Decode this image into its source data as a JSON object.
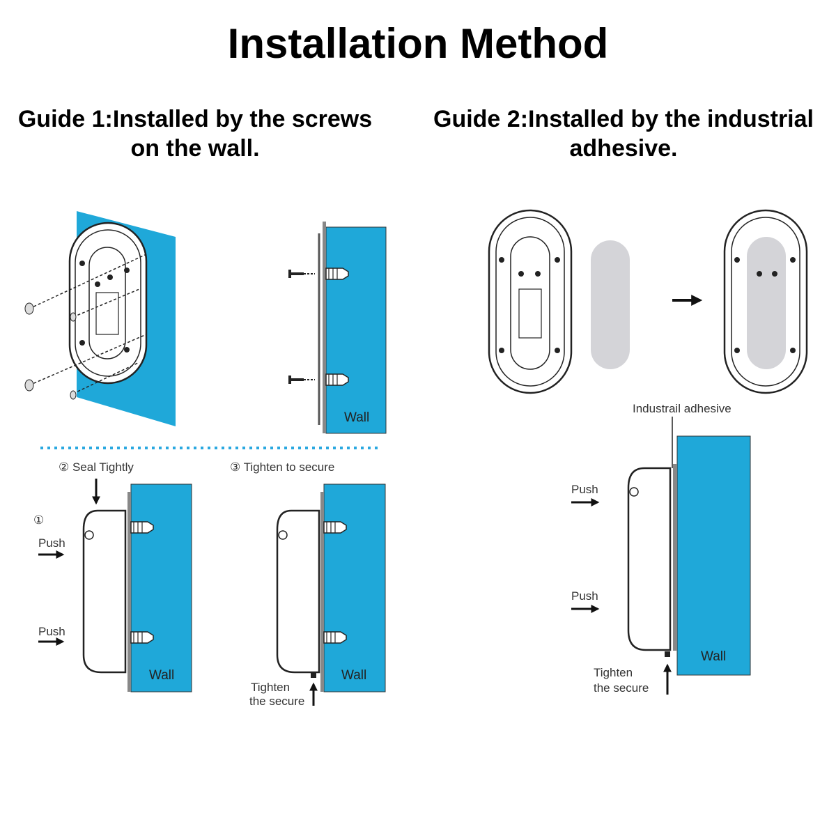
{
  "title": "Installation Method",
  "guide1": {
    "line1": "Guide 1:Installed by the screws",
    "line2": "on the wall."
  },
  "guide2": {
    "line1": "Guide 2:Installed by the industrial",
    "line2": "adhesive."
  },
  "labels": {
    "wall": "Wall",
    "step1_marker": "①",
    "step2": "② Seal Tightly",
    "step3": "③ Tighten to secure",
    "push": "Push",
    "tighten_line1": "Tighten",
    "tighten_line2": "the secure",
    "industrial_adhesive": "Industrail adhesive"
  },
  "colors": {
    "wall": "#1fa8d9",
    "outline": "#222222",
    "adhesive": "#d4d4d8",
    "dotted": "#2aa8e0"
  }
}
